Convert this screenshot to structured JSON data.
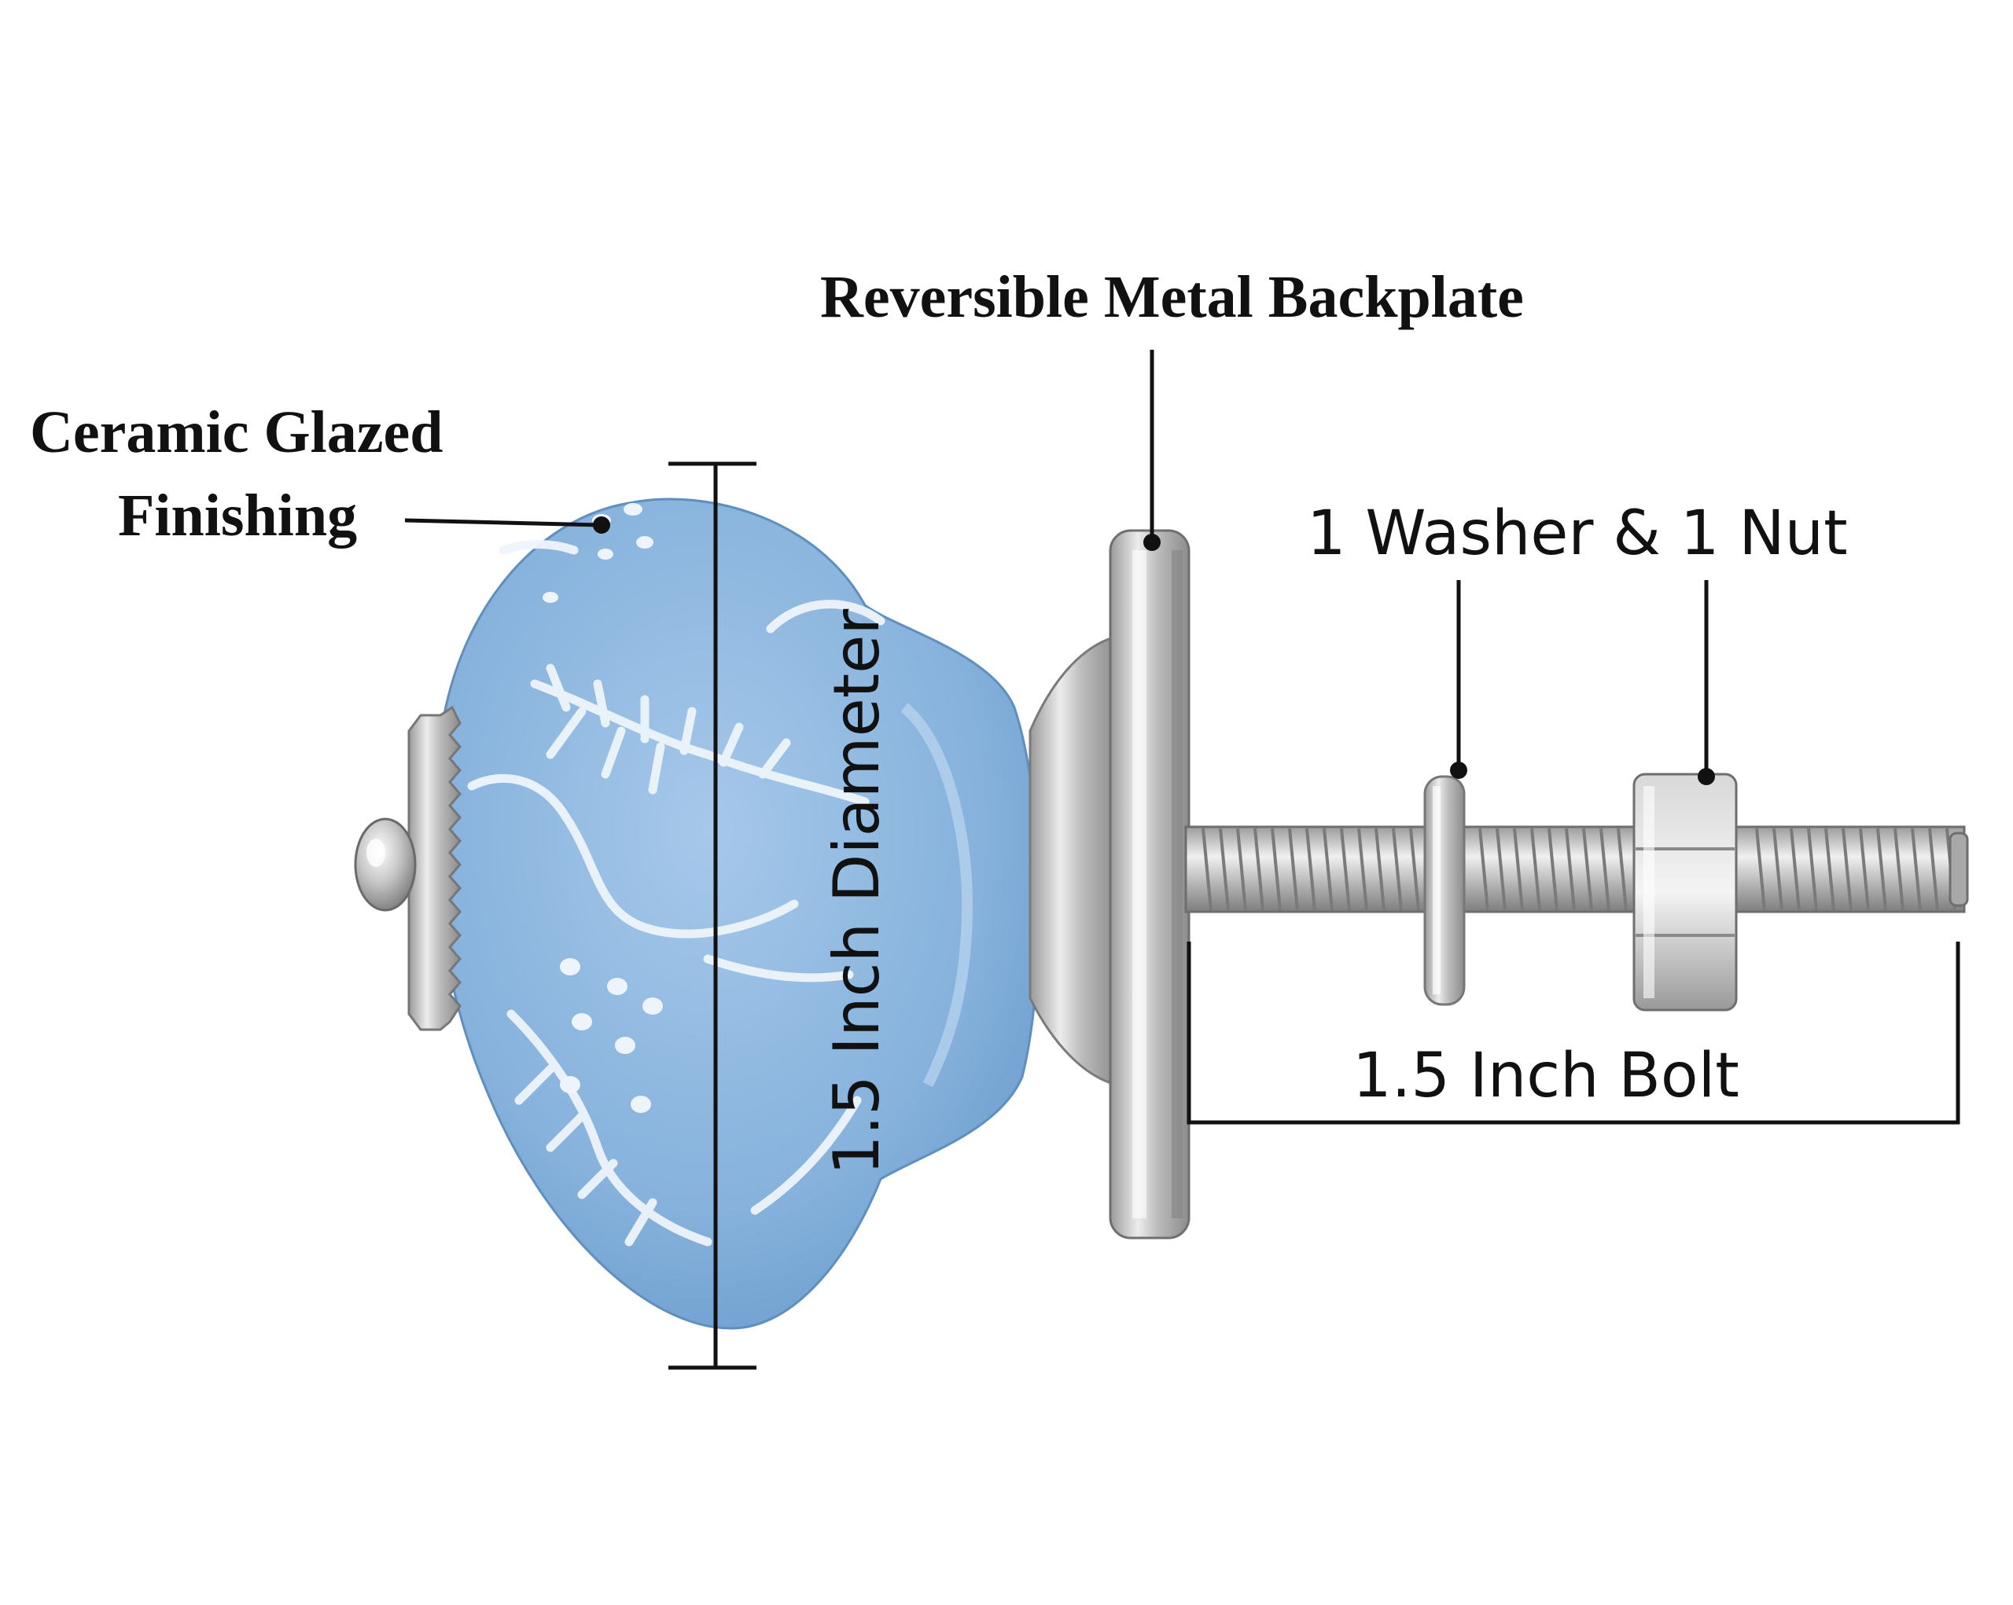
{
  "labels": {
    "backplate": "Reversible Metal Backplate",
    "ceramic_line1": "Ceramic Glazed",
    "ceramic_line2": "Finishing",
    "washer_nut": "1 Washer & 1 Nut",
    "bolt": "1.5 Inch Bolt",
    "diameter": "1.5 Inch Diameter"
  },
  "colors": {
    "knob_blue": "#8ab4dc",
    "pattern_white": "#eef4fb",
    "metal": "#c8c8c8",
    "line": "#111111"
  },
  "icons": [
    "ceramic-knob-icon",
    "backplate-icon",
    "bolt-icon",
    "washer-icon",
    "nut-icon"
  ]
}
